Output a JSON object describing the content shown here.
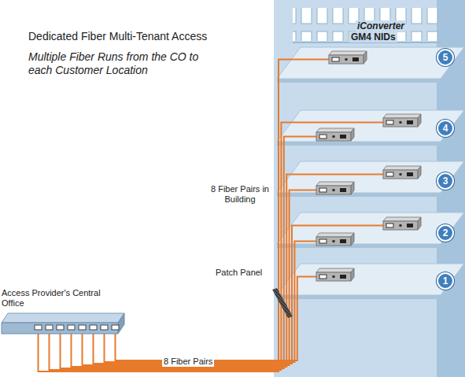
{
  "diagram": {
    "title": "Dedicated Fiber Multi-Tenant Access",
    "nodes": [
      {
        "text": [
          "Access Provider's Central Office"
        ]
      },
      {
        "text": [
          "5"
        ]
      },
      {
        "text": [
          "4"
        ]
      },
      {
        "text": [
          "3"
        ]
      },
      {
        "text": [
          "2"
        ]
      },
      {
        "text": [
          "1"
        ]
      }
    ],
    "labels": [
      "Multiple Fiber Runs from the CO to each Customer Location",
      "iConverter",
      "GM4 NIDs",
      "8 Fiber Pairs in Building",
      "Patch Panel",
      "8 Fiber Pairs"
    ]
  }
}
